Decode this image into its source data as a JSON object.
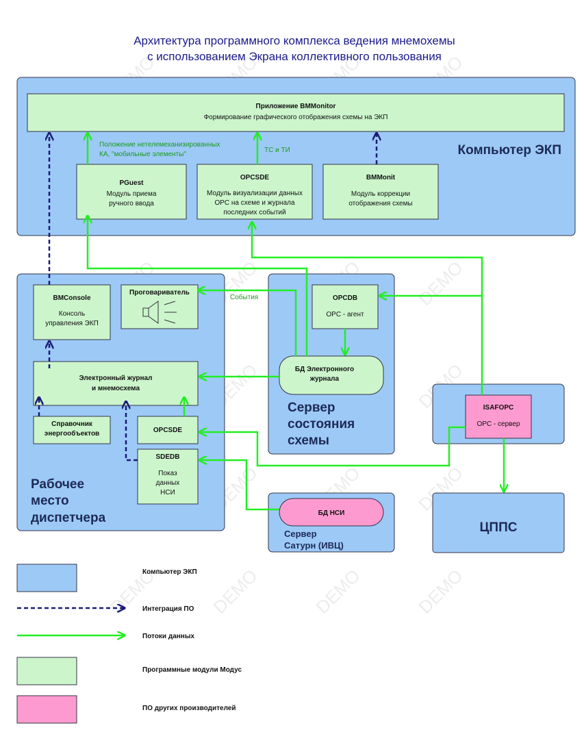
{
  "title": {
    "line1": "Архитектура программного комплекса ведения мнемохемы",
    "line2": "с использованием Экрана коллективного пользования"
  },
  "colors": {
    "group_blue": "#9dc9f7",
    "module_green": "#ccf5cc",
    "third_party_pink": "#fd9bd0",
    "flow_green": "#22ee22",
    "integration_navy": "#1a1a78"
  },
  "groups": {
    "ekp_computer": {
      "label": "Компьютер ЭКП"
    },
    "workplace": {
      "label_lines": [
        "Рабочее",
        "место",
        "диспетчера"
      ]
    },
    "state_server": {
      "label_lines": [
        "Сервер",
        "состояния",
        "схемы"
      ]
    },
    "opc_server_box": {},
    "saturn_server": {
      "label_lines": [
        "Сервер",
        "Сатурн (ИВЦ)"
      ]
    },
    "cpps": {
      "label": "ЦППС"
    }
  },
  "modules": {
    "bmmonitor": {
      "title": "Приложение BMMonitor",
      "desc": [
        "Формирование графического отображения схемы на ЭКП"
      ]
    },
    "pguest": {
      "title": "PGuest",
      "desc": [
        "Модуль приема",
        "ручного ввода"
      ]
    },
    "opcsde_top": {
      "title": "OPCSDE",
      "desc": [
        "Модуль визуализации данных",
        "OPC на схеме и журнала",
        "последних событий"
      ]
    },
    "bmmonit": {
      "title": "BMMonit",
      "desc": [
        "Модуль коррекции",
        "отображения схемы"
      ]
    },
    "bmconsole": {
      "title": "BMConsole",
      "desc": [
        "Консоль",
        "управления ЭКП"
      ]
    },
    "speaker": {
      "title": "Проговариватель",
      "icon": "speaker-icon"
    },
    "journal": {
      "title_lines": [
        "Электронный журнал",
        "и мнемосхема"
      ]
    },
    "directory": {
      "title_lines": [
        "Справочник",
        "энергообъектов"
      ]
    },
    "opcsde_bottom": {
      "title": "OPCSDE"
    },
    "sdedb": {
      "title": "SDEDB",
      "desc": [
        "Показ",
        "данных",
        "НСИ"
      ]
    },
    "opcdb": {
      "title": "OPCDB",
      "desc": [
        "OPC - агент"
      ]
    },
    "db_journal": {
      "title_lines": [
        "БД Электронного",
        "журнала"
      ]
    },
    "isafopc": {
      "title": "ISAFOPC",
      "desc": [
        "OPC - сервер"
      ]
    },
    "db_nsi": {
      "title": "БД НСИ"
    }
  },
  "flow_labels": {
    "manual": [
      "Положение нетелемеханизированных",
      "КА, \"мобильные элементы\""
    ],
    "tc_ti": "ТС и ТИ",
    "events": "События"
  },
  "legend": [
    {
      "kind": "box-blue",
      "label": "Компьютер ЭКП"
    },
    {
      "kind": "arrow-dashed",
      "label": "Интеграция ПО"
    },
    {
      "kind": "arrow-green",
      "label": "Потоки данных"
    },
    {
      "kind": "box-green",
      "label": "Программные модули Модус"
    },
    {
      "kind": "box-pink",
      "label": "ПО других производителей"
    }
  ],
  "watermark": "DEMO"
}
